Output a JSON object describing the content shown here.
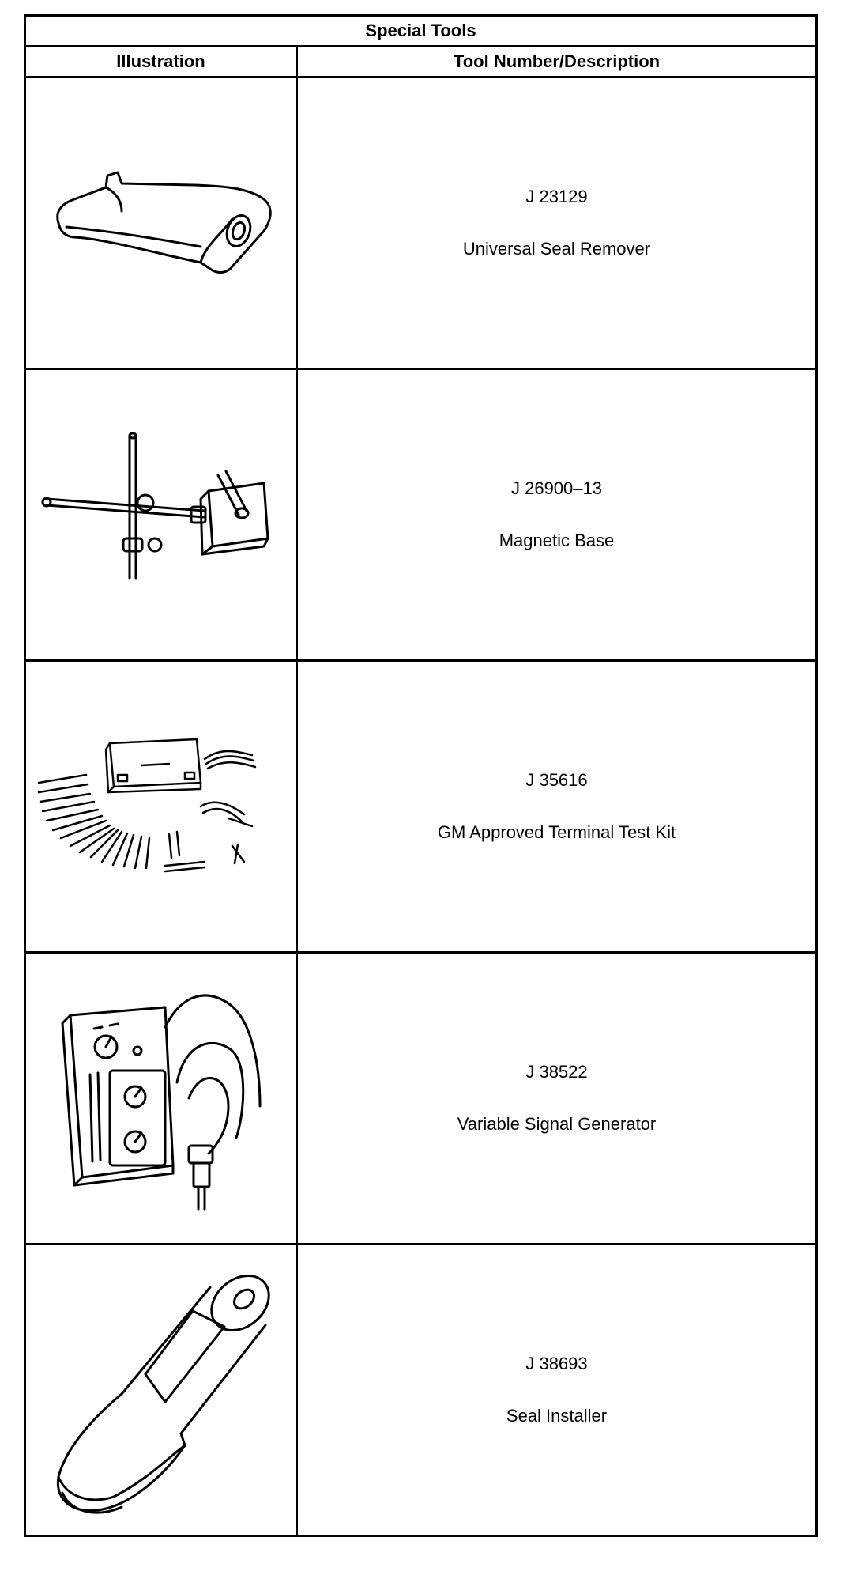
{
  "table": {
    "title": "Special Tools",
    "headers": {
      "illustration": "Illustration",
      "description": "Tool Number/Description"
    },
    "rows": [
      {
        "tool_number": "J 23129",
        "description": "Universal Seal Remover",
        "icon": "seal-remover-icon"
      },
      {
        "tool_number": "J 26900–13",
        "description": "Magnetic Base",
        "icon": "magnetic-base-icon"
      },
      {
        "tool_number": "J 35616",
        "description": "GM Approved Terminal Test Kit",
        "icon": "terminal-test-kit-icon"
      },
      {
        "tool_number": "J 38522",
        "description": "Variable Signal Generator",
        "icon": "signal-generator-icon"
      },
      {
        "tool_number": "J 38693",
        "description": "Seal Installer",
        "icon": "seal-installer-icon"
      }
    ]
  }
}
